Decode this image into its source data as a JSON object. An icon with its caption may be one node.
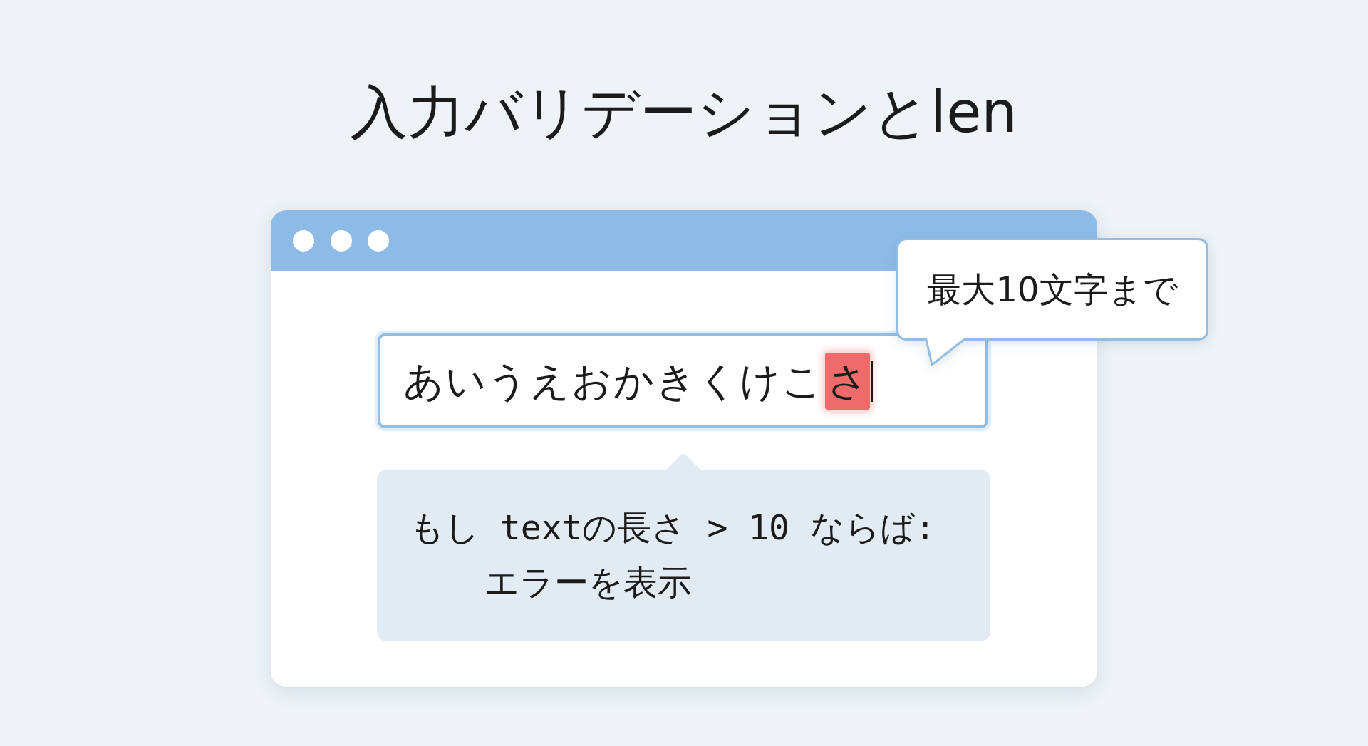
{
  "diagram": {
    "title": "入力バリデーションとlen",
    "nodes": [
      {
        "text": [],
        "shape": "window"
      },
      {
        "text": [
          "あいうえおかきくけこ",
          "さ"
        ],
        "in": 0
      },
      {
        "text": [
          "最大10文字まで"
        ]
      },
      {
        "text": [
          "もし textの長さ > 10 ならば:",
          "エラーを表示"
        ],
        "in": 0
      }
    ]
  }
}
